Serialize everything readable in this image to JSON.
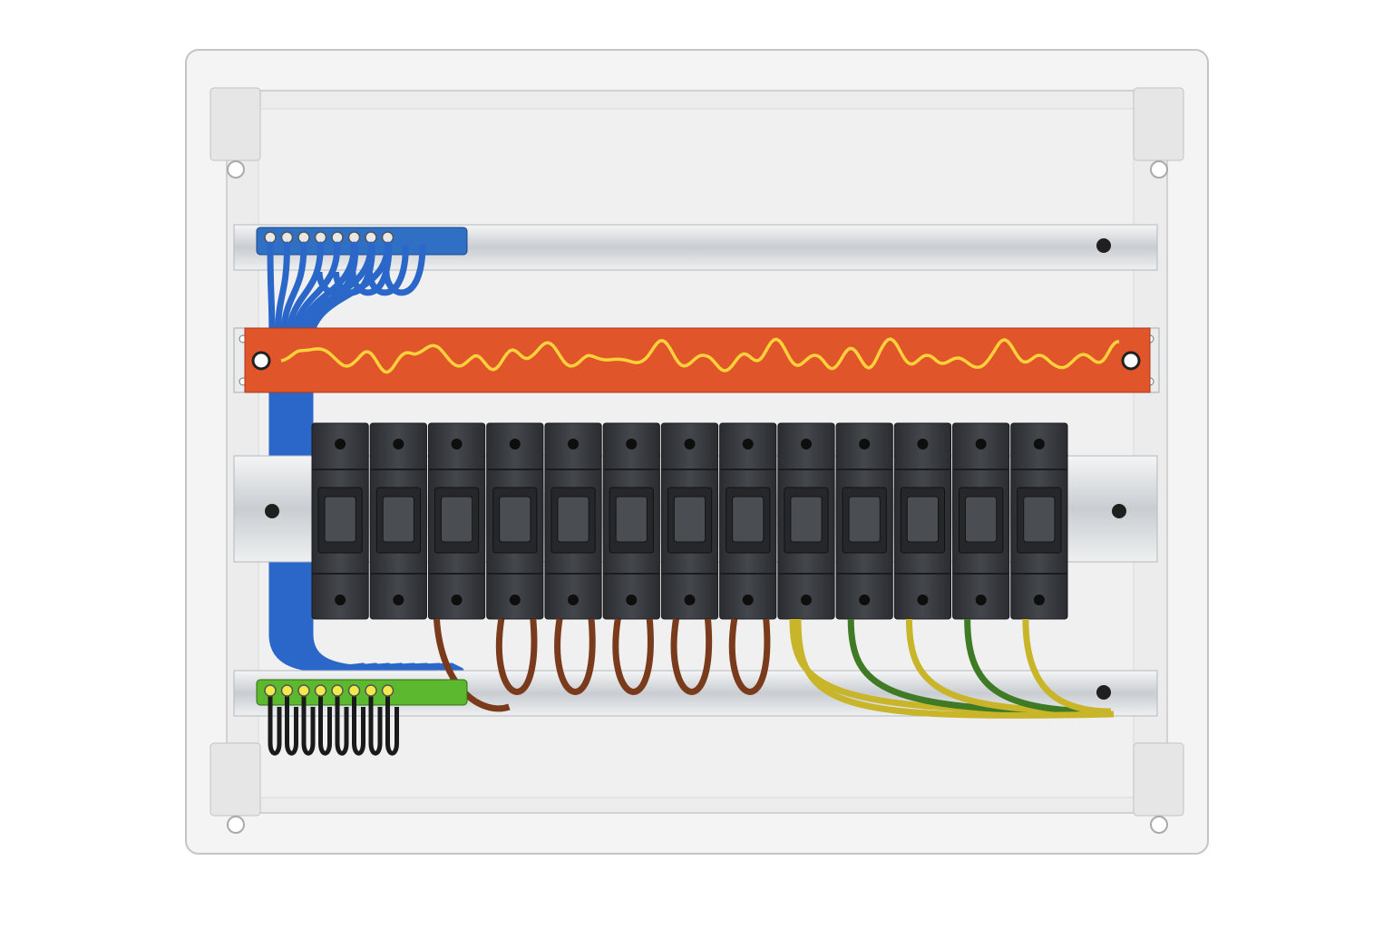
{
  "panel": {
    "breaker_count": 13,
    "neutral_terminal_count": 8,
    "earth_terminal_count": 8,
    "colors": {
      "enclosure": "#f2f2f2",
      "enclosure_edge": "#c8c8c8",
      "rail": "#d9dcdf",
      "neutral_bar": "#2f6fc4",
      "busbar": "#e0562a",
      "busbar_wave": "#ffd23c",
      "breaker": "#35383c",
      "earth_bar": "#5cb82e",
      "wire_blue": "#2a67c9",
      "wire_brown": "#7a3b1c",
      "wire_green_yellow": "#c9b52a",
      "wire_black": "#1a1a1a"
    }
  }
}
